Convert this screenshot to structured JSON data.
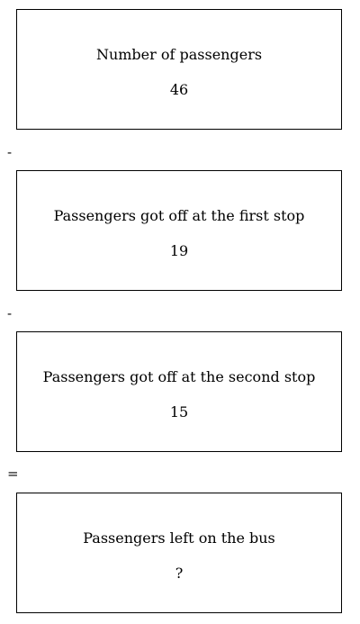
{
  "boxes": [
    {
      "label": "Number of passengers",
      "value": "46"
    },
    {
      "label": "Passengers got off at the first stop",
      "value": "19"
    },
    {
      "label": "Passengers got off at the second stop",
      "value": "15"
    },
    {
      "label": "Passengers left on the bus",
      "value": "?"
    }
  ],
  "operators": [
    "-",
    "-",
    "="
  ]
}
